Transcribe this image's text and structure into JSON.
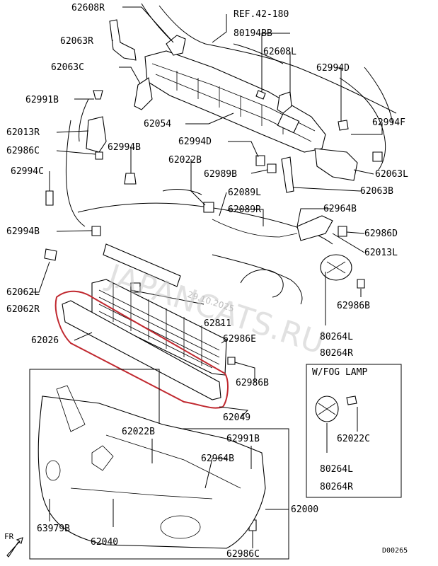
{
  "diagram": {
    "ref_label": "REF.42-180",
    "fog_box_title": "W/FOG LAMP",
    "page_code": "D00265",
    "fr_label": "FR",
    "watermark_text": "JAPANCATS.RU",
    "watermark_date": "29.10.2025",
    "highlight_color": "#c0282f",
    "parts": {
      "p62608R": "62608R",
      "p80194BB": "80194BB",
      "p62063R": "62063R",
      "p62608L": "62608L",
      "p62063C": "62063C",
      "p62994D_top": "62994D",
      "p62991B_top": "62991B",
      "p62013R": "62013R",
      "p62054": "62054",
      "p62994F": "62994F",
      "p62986C_left": "62986C",
      "p62994B_upper": "62994B",
      "p62994D_mid": "62994D",
      "p62022B_upper": "62022B",
      "p62989B": "62989B",
      "p62063L": "62063L",
      "p62994C": "62994C",
      "p62063B": "62063B",
      "p62089L": "62089L",
      "p62089R": "62089R",
      "p62964B_upper": "62964B",
      "p62994B_lower": "62994B",
      "p62986D": "62986D",
      "p62013L": "62013L",
      "p62062L": "62062L",
      "p62062R": "62062R",
      "p62986B_right": "62986B",
      "p62811": "62811",
      "p62986E": "62986E",
      "p80264L_upper": "80264L",
      "p62026": "62026",
      "p80264R_upper": "80264R",
      "p62986B_mid": "62986B",
      "p62049": "62049",
      "p62022C": "62022C",
      "p62022B_lower": "62022B",
      "p62991B_lower": "62991B",
      "p62964B_lower": "62964B",
      "p80264L_fog": "80264L",
      "p80264R_fog": "80264R",
      "p62000": "62000",
      "p63979B": "63979B",
      "p62040": "62040",
      "p62986C_bottom": "62986C"
    }
  }
}
